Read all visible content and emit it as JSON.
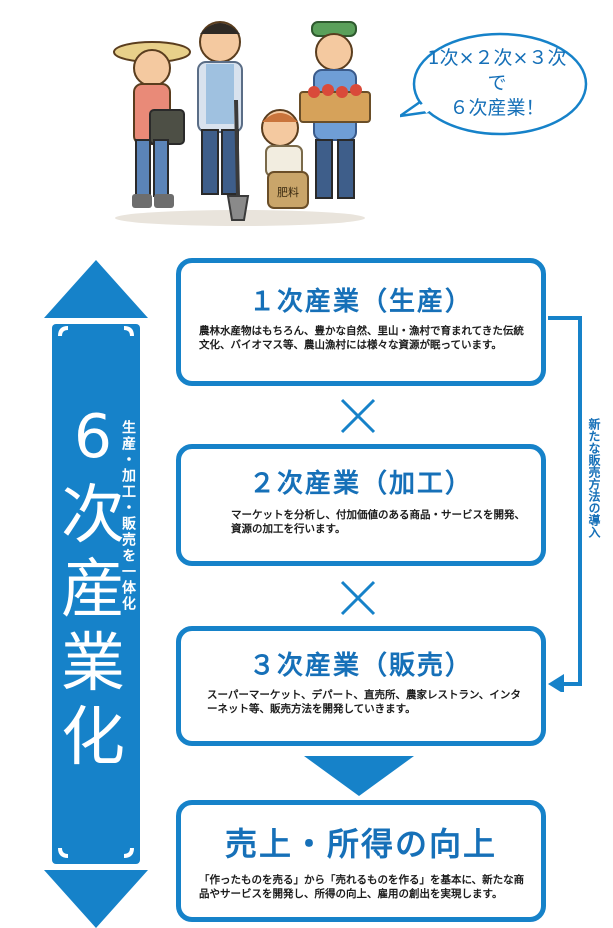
{
  "speech_bubble": {
    "lines": [
      "1次×２次×３次",
      "で",
      "６次産業！"
    ]
  },
  "left_title": {
    "number": "6",
    "chars": [
      "次",
      "産",
      "業",
      "化"
    ]
  },
  "left_caption": "生産・加工・販売を一体化",
  "stages": [
    {
      "title": "１次産業（生産）",
      "description": "農林水産物はもちろん、豊かな自然、里山・漁村で育まれてきた伝統文化、バイオマス等、農山漁村には様々な資源が眠っています。"
    },
    {
      "title": "２次産業（加工）",
      "description": "マーケットを分析し、付加価値のある商品・サービスを開発、資源の加工を行います。"
    },
    {
      "title": "３次産業（販売）",
      "description": "スーパーマーケット、デパート、直売所、農家レストラン、インターネット等、販売方法を開発していきます。"
    }
  ],
  "result": {
    "title": "売上・所得の向上",
    "description": "「作ったものを売る」から「売れるものを作る」を基本に、新たな商品やサービスを開発し、所得の向上、雇用の創出を実現します。"
  },
  "side_note": "新たな販売方法の導入",
  "colors": {
    "primary_blue": "#1682c9",
    "text_blue": "#1670b8",
    "text_dark": "#1d1d1d"
  }
}
